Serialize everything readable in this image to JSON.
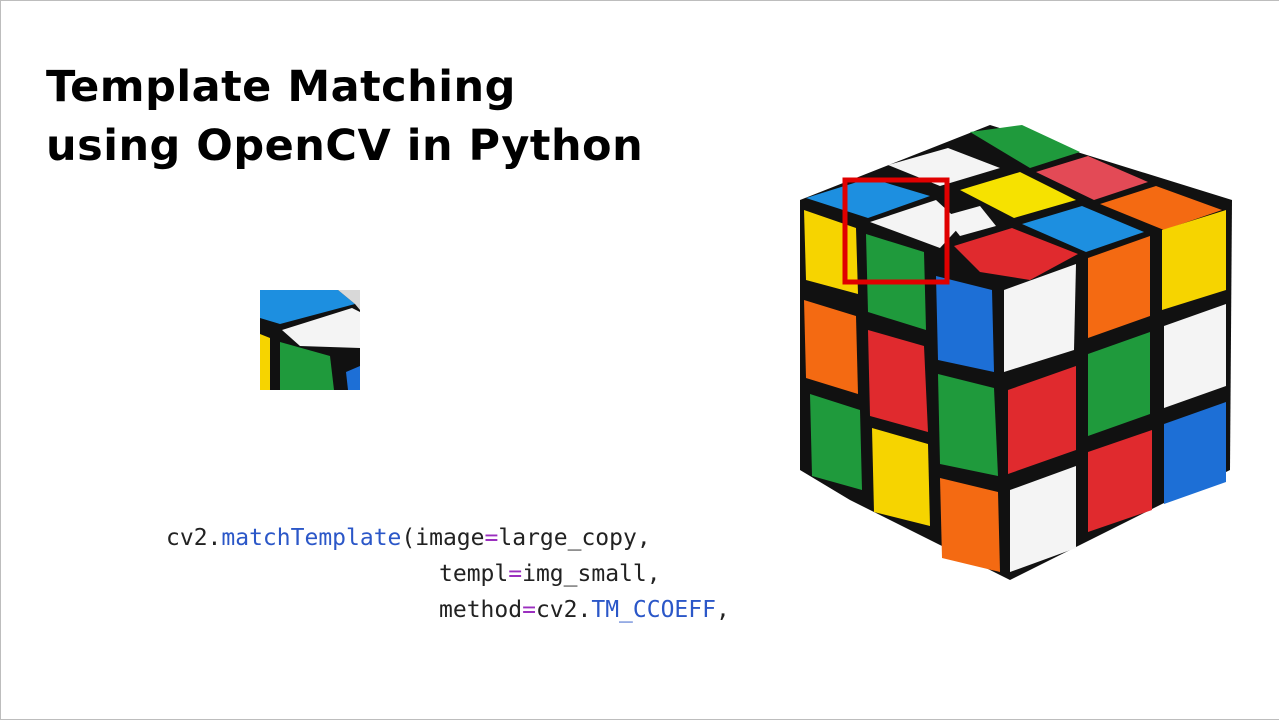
{
  "slide": {
    "title_line1": "Template Matching",
    "title_line2": "using OpenCV in Python"
  },
  "code": {
    "line1": {
      "obj": "cv2.",
      "func": "matchTemplate",
      "open": "(",
      "param": "image",
      "eq": "=",
      "value": "large_copy,"
    },
    "line2": {
      "param": "templ",
      "eq": "=",
      "value": "img_small,"
    },
    "line3": {
      "param": "method",
      "eq": "=",
      "obj": "cv2.",
      "const": "TM_CCOEFF",
      "tail": ","
    }
  },
  "colors": {
    "function": "#2b57c8",
    "operator": "#9b2fbf",
    "constant": "#2b57c8",
    "text": "#222222",
    "match_box": "#e00000",
    "cube_red": "#e02a2e",
    "cube_green": "#1f9a3c",
    "cube_blue": "#1d6fd6",
    "cube_yellow": "#f6d400",
    "cube_orange": "#f46a12",
    "cube_white": "#f4f4f4"
  },
  "icons": {
    "template": "rubiks-cube-crop-icon",
    "cube": "rubiks-cube-icon",
    "match": "match-rectangle-icon"
  }
}
